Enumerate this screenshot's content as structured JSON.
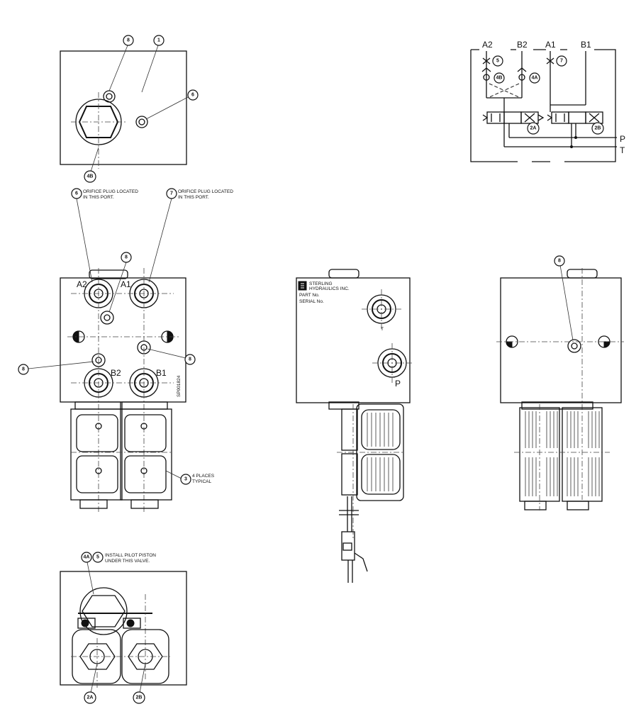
{
  "bubbles": {
    "b_top_8": "8",
    "b_top_1": "1",
    "b_top_6": "6",
    "b_top_4b": "4B",
    "b_front_6": "6",
    "b_front_7": "7",
    "b_front_8a": "8",
    "b_front_8b": "8",
    "b_front_8c": "8",
    "b_front_3": "3",
    "b_right_8": "8",
    "b_bot_4a": "4A",
    "b_bot_5": "5",
    "b_bot_2a": "2A",
    "b_bot_2b": "2B",
    "b_sch_5": "5",
    "b_sch_7": "7",
    "b_sch_4b": "4B",
    "b_sch_4a": "4A",
    "b_sch_2a": "2A",
    "b_sch_2b": "2B"
  },
  "notes": {
    "orifice6_l1": "ORIFICE PLUG LOCATED",
    "orifice6_l2": "IN THIS PORT.",
    "orifice7_l1": "ORIFICE PLUG LOCATED",
    "orifice7_l2": "IN THIS PORT.",
    "places_l1": "4 PLACES",
    "places_l2": "TYPICAL",
    "pilot_l1": "INSTALL PILOT PISTON",
    "pilot_l2": "UNDER THIS VALVE."
  },
  "ports": {
    "a2": "A2",
    "a1": "A1",
    "b2": "B2",
    "b1": "B1",
    "side_t": "T",
    "side_p": "P"
  },
  "schematic": {
    "a2": "A2",
    "b2": "B2",
    "a1": "A1",
    "b1": "B1",
    "p": "P",
    "t": "T"
  },
  "nameplate": {
    "company_l1": "STERLING",
    "company_l2": "HYDRAULICS INC.",
    "part_no": "PART No.",
    "serial_no": "SERIAL No."
  },
  "stamp": "SP001824"
}
